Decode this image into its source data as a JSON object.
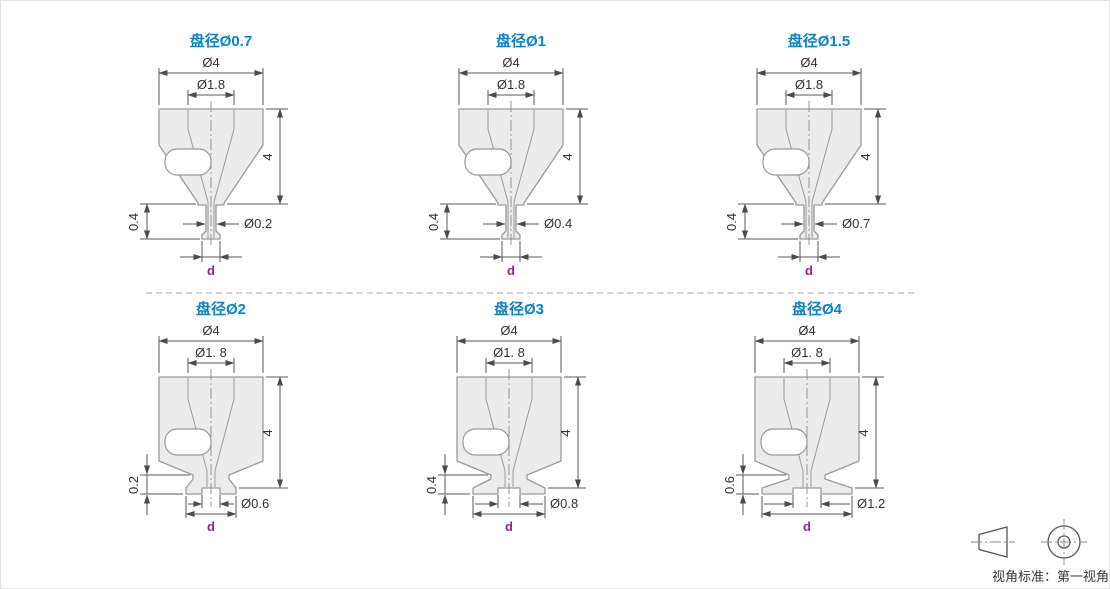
{
  "figures": [
    {
      "title": "盘径Ø0.7",
      "dim_top": "Ø4",
      "dim_inner": "Ø1.8",
      "dim_height": "4",
      "dim_lip_height": "0.4",
      "dim_orifice": "Ø0.2",
      "dim_disc": "d"
    },
    {
      "title": "盘径Ø1",
      "dim_top": "Ø4",
      "dim_inner": "Ø1.8",
      "dim_height": "4",
      "dim_lip_height": "0.4",
      "dim_orifice": "Ø0.4",
      "dim_disc": "d"
    },
    {
      "title": "盘径Ø1.5",
      "dim_top": "Ø4",
      "dim_inner": "Ø1.8",
      "dim_height": "4",
      "dim_lip_height": "0.4",
      "dim_orifice": "Ø0.7",
      "dim_disc": "d"
    },
    {
      "title": "盘径Ø2",
      "dim_top": "Ø4",
      "dim_inner": "Ø1. 8",
      "dim_height": "4",
      "dim_lip_height": "0.2",
      "dim_orifice": "Ø0.6",
      "dim_disc": "d"
    },
    {
      "title": "盘径Ø3",
      "dim_top": "Ø4",
      "dim_inner": "Ø1. 8",
      "dim_height": "4",
      "dim_lip_height": "0.4",
      "dim_orifice": "Ø0.8",
      "dim_disc": "d"
    },
    {
      "title": "盘径Ø4",
      "dim_top": "Ø4",
      "dim_inner": "Ø1. 8",
      "dim_height": "4",
      "dim_lip_height": "0.6",
      "dim_orifice": "Ø1.2",
      "dim_disc": "d"
    }
  ],
  "footer": {
    "view_standard": "视角标准：第一视角"
  },
  "colors": {
    "title_blue": "#0b84c8",
    "dimension_text": "#333333",
    "disc_label_purple": "#92278f",
    "body_fill": "#ececec",
    "outline_gray": "#9a9a9a",
    "divider_gray": "#d2d2d2"
  }
}
